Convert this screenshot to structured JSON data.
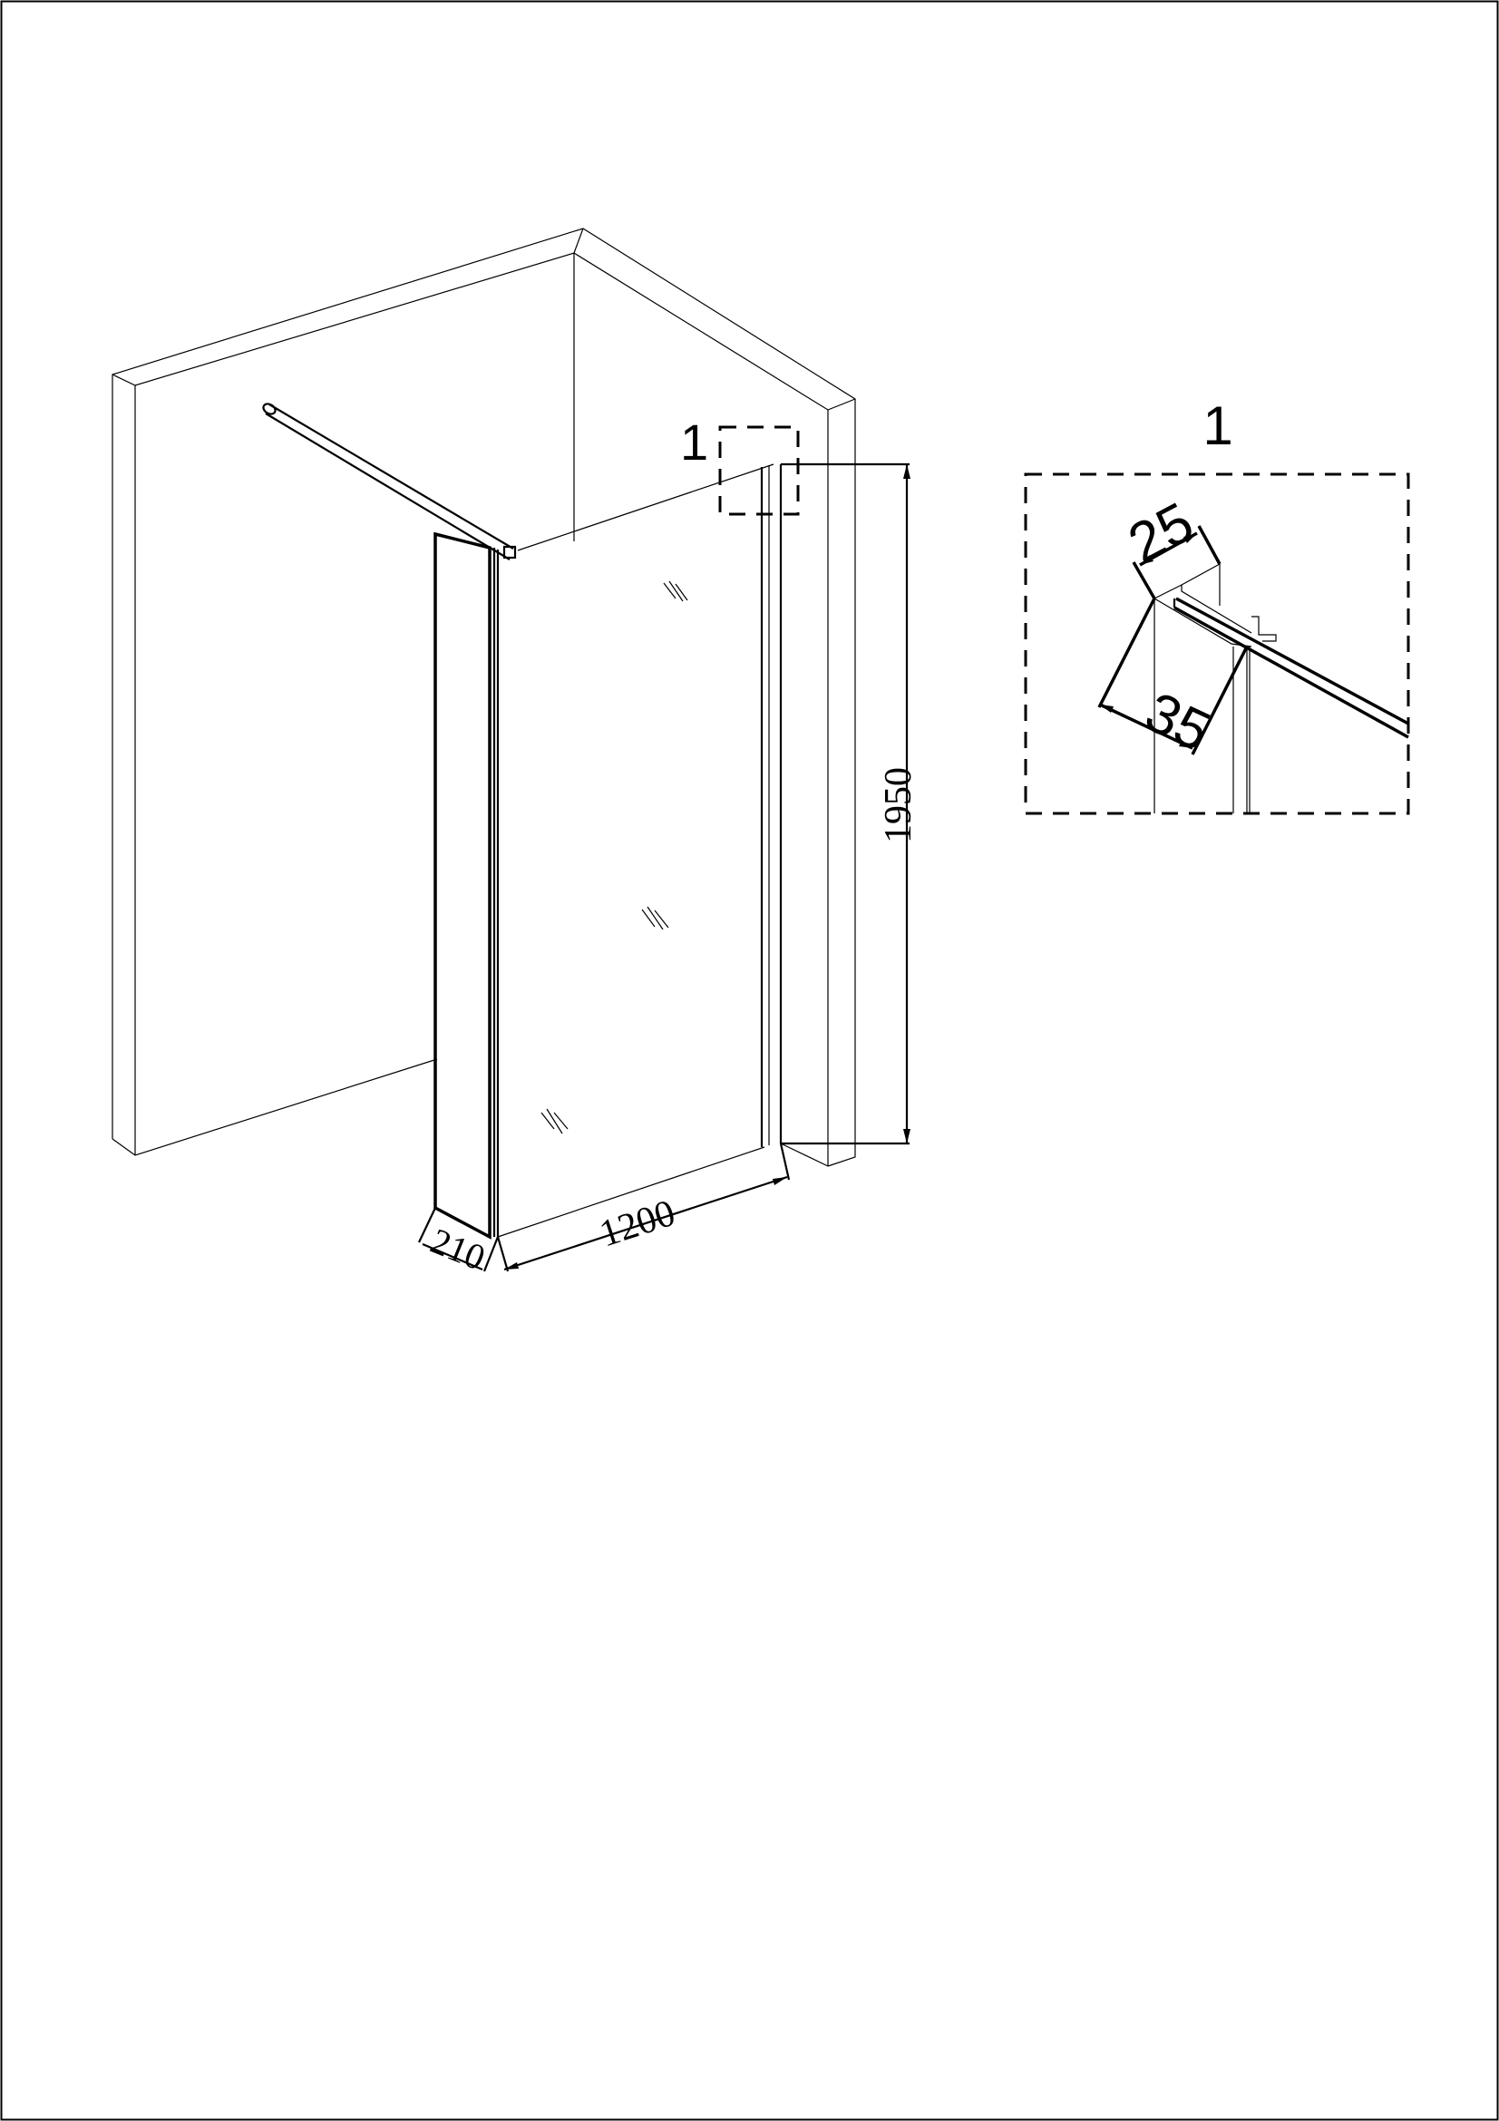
{
  "drawing": {
    "detail_callout_label": "1",
    "dimensions": {
      "height": "1950",
      "width": "1200",
      "return_panel_depth": "210"
    }
  },
  "detail": {
    "title": "1",
    "dimensions": {
      "profile_width": "25",
      "profile_depth": "35"
    }
  },
  "colors": {
    "line": "#000000",
    "background": "#ffffff"
  }
}
